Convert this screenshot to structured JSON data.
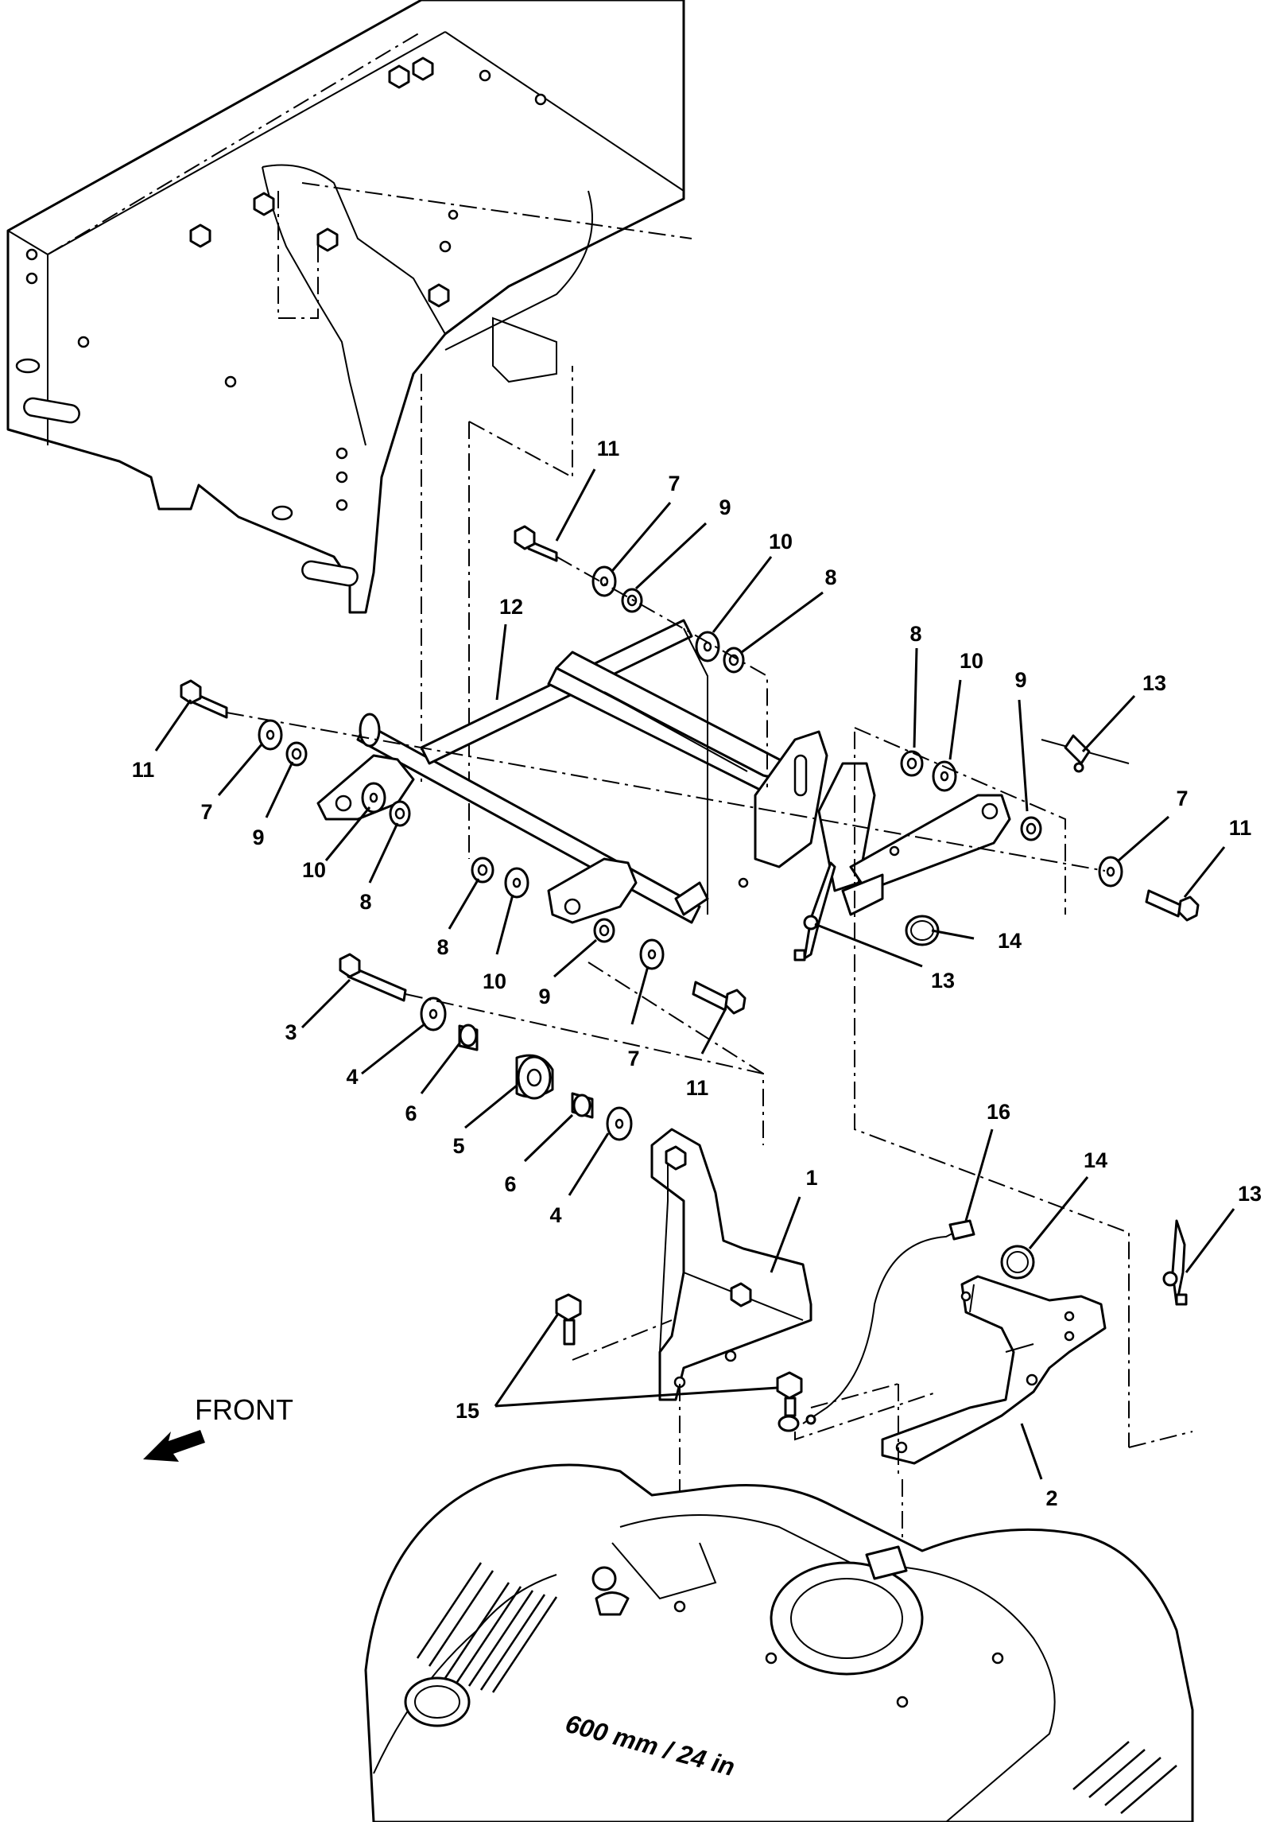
{
  "labels": {
    "front": "FRONT",
    "deck_size": "600 mm / 24 in"
  },
  "callouts": [
    {
      "id": "c11a",
      "text": "11"
    },
    {
      "id": "c7a",
      "text": "7"
    },
    {
      "id": "c9a",
      "text": "9"
    },
    {
      "id": "c10a",
      "text": "10"
    },
    {
      "id": "c8a",
      "text": "8"
    },
    {
      "id": "c12",
      "text": "12"
    },
    {
      "id": "c8b",
      "text": "8"
    },
    {
      "id": "c10b",
      "text": "10"
    },
    {
      "id": "c9b",
      "text": "9"
    },
    {
      "id": "c13a",
      "text": "13"
    },
    {
      "id": "c7b",
      "text": "7"
    },
    {
      "id": "c11b",
      "text": "11"
    },
    {
      "id": "c11c",
      "text": "11"
    },
    {
      "id": "c7c",
      "text": "7"
    },
    {
      "id": "c9c",
      "text": "9"
    },
    {
      "id": "c10c",
      "text": "10"
    },
    {
      "id": "c8c",
      "text": "8"
    },
    {
      "id": "c8d",
      "text": "8"
    },
    {
      "id": "c10d",
      "text": "10"
    },
    {
      "id": "c9d",
      "text": "9"
    },
    {
      "id": "c7d",
      "text": "7"
    },
    {
      "id": "c11d",
      "text": "11"
    },
    {
      "id": "c14a",
      "text": "14"
    },
    {
      "id": "c13b",
      "text": "13"
    },
    {
      "id": "c3",
      "text": "3"
    },
    {
      "id": "c4a",
      "text": "4"
    },
    {
      "id": "c6a",
      "text": "6"
    },
    {
      "id": "c5",
      "text": "5"
    },
    {
      "id": "c6b",
      "text": "6"
    },
    {
      "id": "c4b",
      "text": "4"
    },
    {
      "id": "c1",
      "text": "1"
    },
    {
      "id": "c16",
      "text": "16"
    },
    {
      "id": "c14b",
      "text": "14"
    },
    {
      "id": "c13c",
      "text": "13"
    },
    {
      "id": "c15",
      "text": "15"
    },
    {
      "id": "c2",
      "text": "2"
    }
  ]
}
